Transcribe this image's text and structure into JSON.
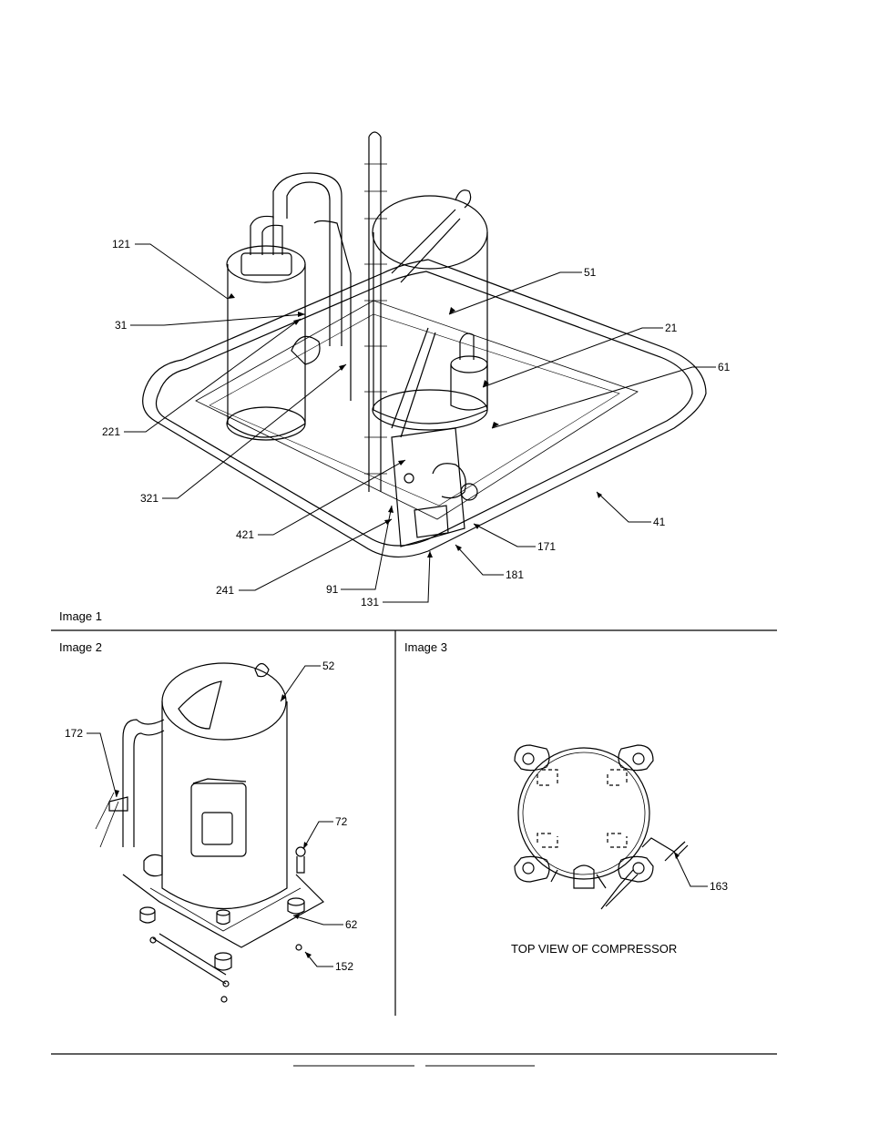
{
  "image1": {
    "caption": "Image 1",
    "callouts": [
      "121",
      "31",
      "221",
      "321",
      "421",
      "241",
      "91",
      "131",
      "181",
      "171",
      "41",
      "61",
      "21",
      "51"
    ]
  },
  "image2": {
    "caption": "Image 2",
    "callouts": [
      "52",
      "172",
      "72",
      "62",
      "152"
    ]
  },
  "image3": {
    "caption": "Image 3",
    "callouts": [
      "163"
    ],
    "view_label": "TOP VIEW  OF COMPRESSOR"
  }
}
